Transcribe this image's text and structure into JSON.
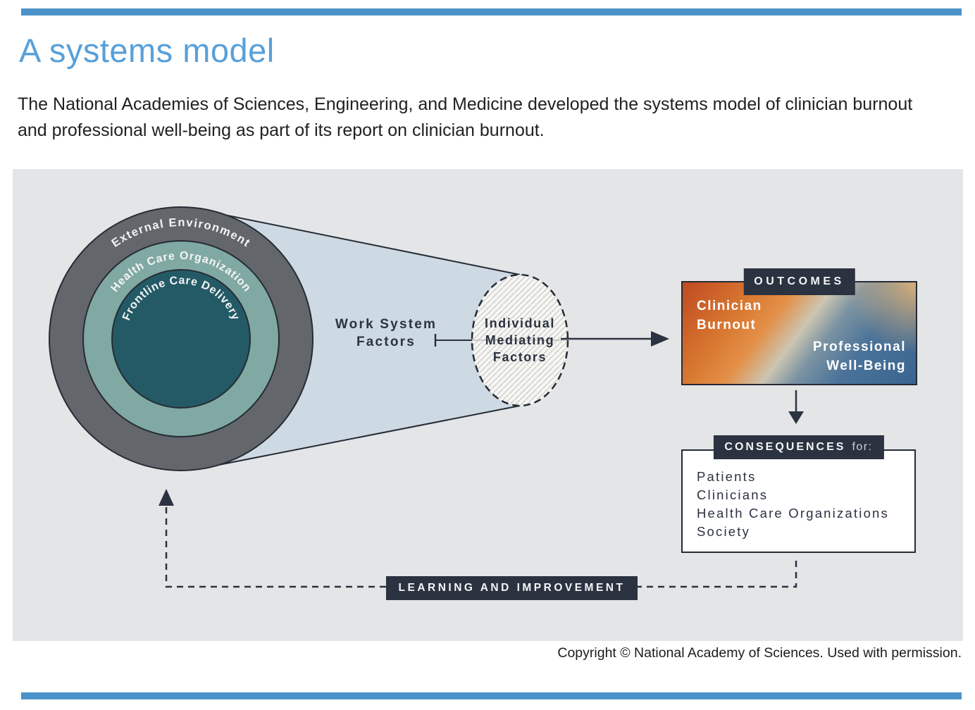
{
  "header": {
    "title": "A systems model",
    "intro": "The National Academies of Sciences, Engineering, and Medicine developed the systems model of clinician burnout and professional well-being as part of its report on clinician burnout."
  },
  "diagram": {
    "rings": [
      {
        "label": "External Environment",
        "color": "#63666a"
      },
      {
        "label": "Health Care Organization",
        "color": "#7fa9a2"
      },
      {
        "label": "Frontline Care Delivery",
        "color": "#235a66"
      }
    ],
    "work_system_label": "Work System Factors",
    "mediating_label": "Individual Mediating Factors",
    "outcomes": {
      "tab": "OUTCOMES",
      "burnout_label": "Clinician Burnout",
      "wellbeing_label": "Professional Well-Being",
      "gradient_orange": "#c04a22",
      "gradient_blue": "#3b6490"
    },
    "consequences": {
      "tab_bold": "CONSEQUENCES",
      "tab_suffix": "for:",
      "items": [
        "Patients",
        "Clinicians",
        "Health Care Organizations",
        "Society"
      ]
    },
    "learning_label": "LEARNING AND IMPROVEMENT",
    "icons": [
      "right-arrow-icon",
      "down-arrow-icon",
      "up-arrow-icon"
    ],
    "colors": {
      "panel_bg": "#e4e5e7",
      "navy": "#2b3240",
      "cone": "#cdd9e3",
      "accent_bar": "#4a92c8",
      "title_blue": "#58a0d9"
    }
  },
  "footer": {
    "copyright": "Copyright © National Academy of Sciences. Used with permission."
  }
}
